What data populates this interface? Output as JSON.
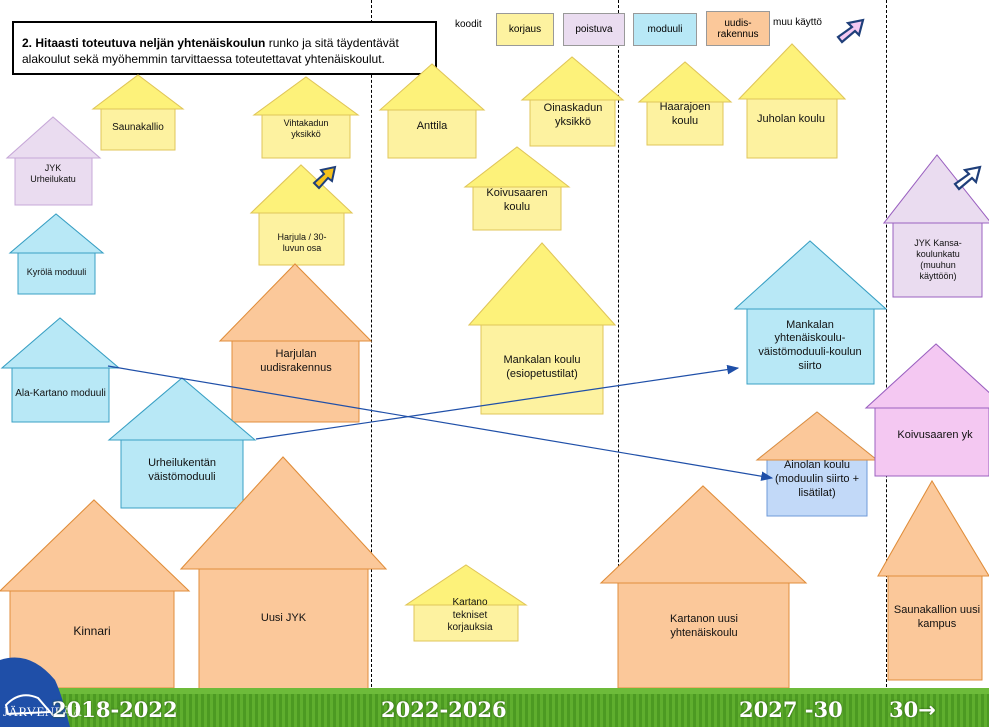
{
  "title": {
    "bold": "2. Hitaasti toteutuva neljän yhtenäiskoulun",
    "rest": " runko ja sitä täydentävät alakoulut sekä myöhemmin tarvittaessa toteutettavat yhtenäiskoulut."
  },
  "legend": {
    "heading": "koodit",
    "items": [
      {
        "label": "korjaus",
        "color": "#fdf2a0"
      },
      {
        "label": "poistuva",
        "color": "#eadcf0"
      },
      {
        "label": "moduuli",
        "color": "#b8e8f6"
      },
      {
        "label": "uudis-\nrakennus",
        "color": "#fbc89a"
      }
    ],
    "other": "muu käyttö"
  },
  "colors": {
    "korjaus": "#fdf2a0",
    "korjaus_roof": "#fdf27a",
    "poistuva": "#eadcf0",
    "moduuli": "#b8e8f6",
    "uudis": "#fbc89a",
    "muu": "#f4c8f2",
    "ainola": "#c2d9f8",
    "arrow": "#1f4fa8"
  },
  "buildings": {
    "saunakallio": "Saunakallio",
    "jyk_urheilukatu": "JYK Urheilukatu",
    "kyrola": "Kyrölä moduuli",
    "ala_kartano": "Ala-Kartano moduuli",
    "kinnari": "Kinnari",
    "vihtakadun": "Vihtakadun yksikkö",
    "harjula30": "Harjula / 30- luvun osa",
    "harjulan_uudis": "Harjulan uudisrakennus",
    "urheilukentan": "Urheilukentän väistömoduuli",
    "uusi_jyk": "Uusi JYK",
    "anttila": "Anttila",
    "oinaskadun": "Oinaskadun yksikkö",
    "koivusaaren_koulu": "Koivusaaren koulu",
    "mankalan_koulu": "Mankalan koulu (esiopetustilat)",
    "kartano_tekniset": "Kartano tekniset korjauksia",
    "haarajoen": "Haarajoen koulu",
    "juholan": "Juholan koulu",
    "mankalan_yht": "Mankalan yhtenäiskoulu-väistömoduuli-koulun siirto",
    "ainolan": "Ainolan koulu (moduulin siirto + lisätilat)",
    "kartanon_uusi": "Kartanon uusi yhtenäiskoulu",
    "jyk_kansakoulu": "JYK Kansa-koulunkatu (muuhun käyttöön)",
    "koivusaaren_yk": "Koivusaaren yk",
    "saunakallion_kampus": "Saunakallion uusi kampus"
  },
  "footer": {
    "years": [
      "2018-2022",
      "2022-2026",
      "2027 -30",
      "30"
    ],
    "arrow": "→",
    "logo": "JÄRVENPÄÄ"
  }
}
